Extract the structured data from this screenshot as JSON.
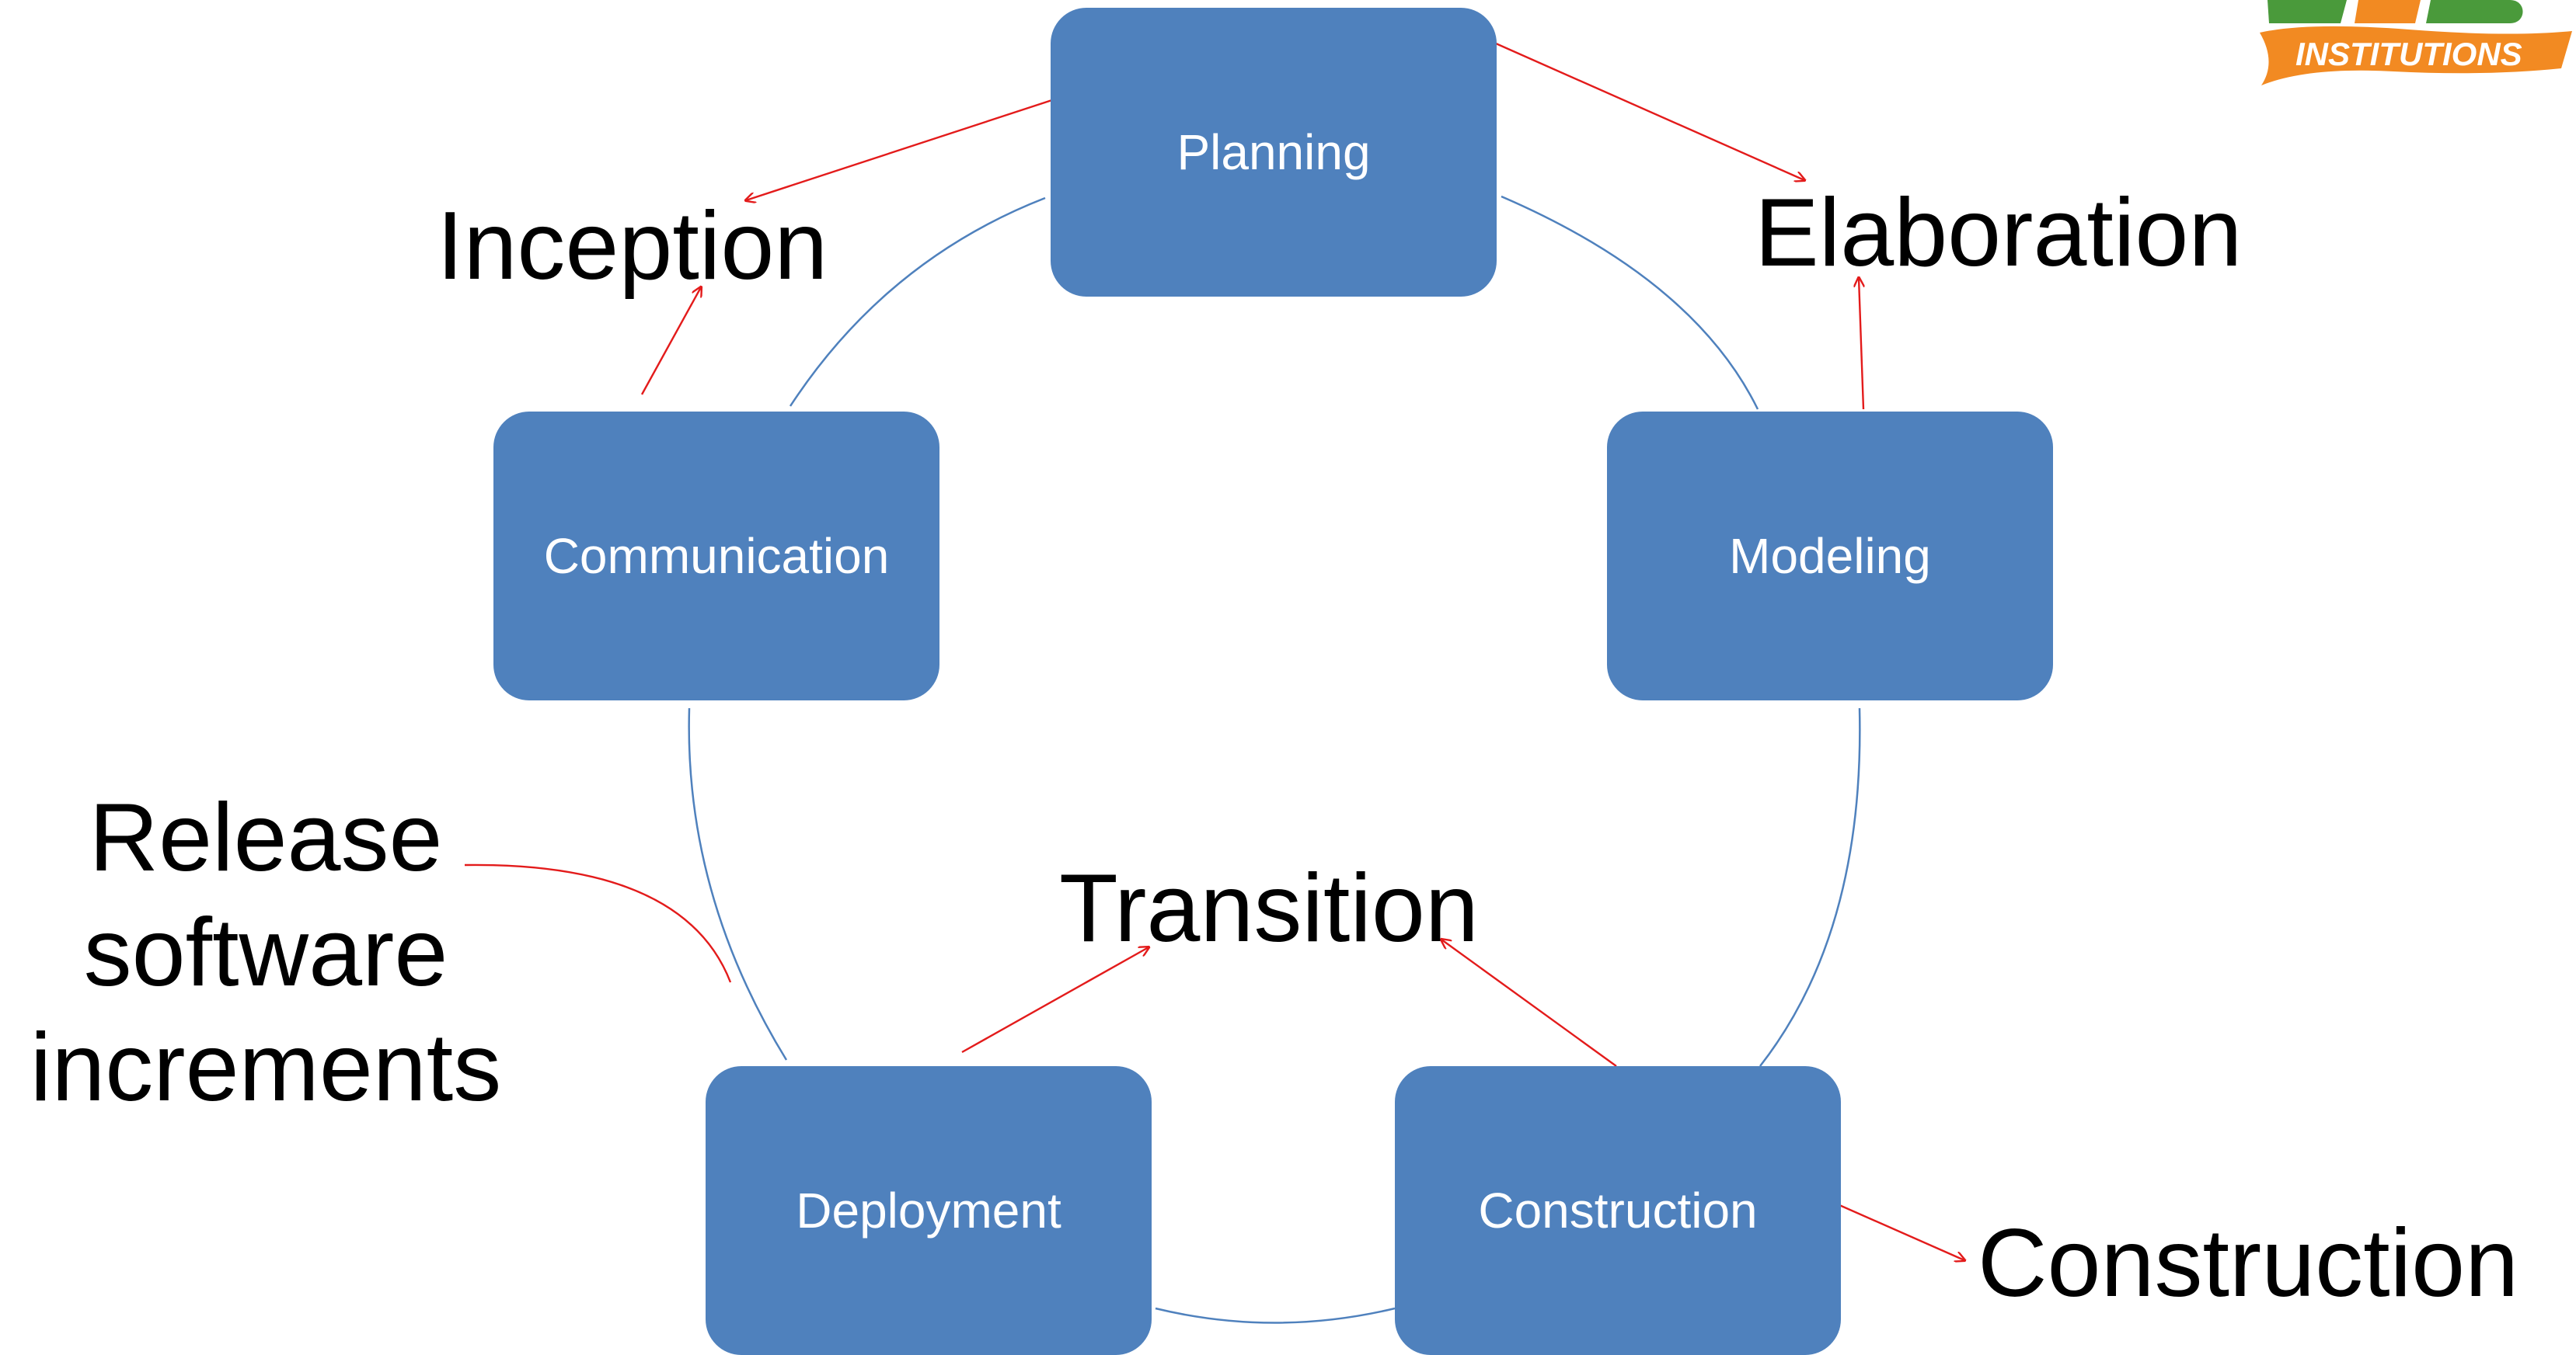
{
  "nodes": {
    "planning": "Planning",
    "modeling": "Modeling",
    "construction": "Construction",
    "deployment": "Deployment",
    "communication": "Communication"
  },
  "phases": {
    "inception": "Inception",
    "elaboration": "Elaboration",
    "construction": "Construction",
    "transition": "Transition"
  },
  "release": {
    "line1": "Release",
    "line2": "software",
    "line3": "increments"
  },
  "logo": {
    "text": "INSTITUTIONS"
  },
  "colors": {
    "node_fill": "#4f81bd",
    "cycle_line": "#4f81bd",
    "arrow": "#e31b1b",
    "logo_orange": "#f28a22",
    "logo_green": "#4a9a3b"
  }
}
